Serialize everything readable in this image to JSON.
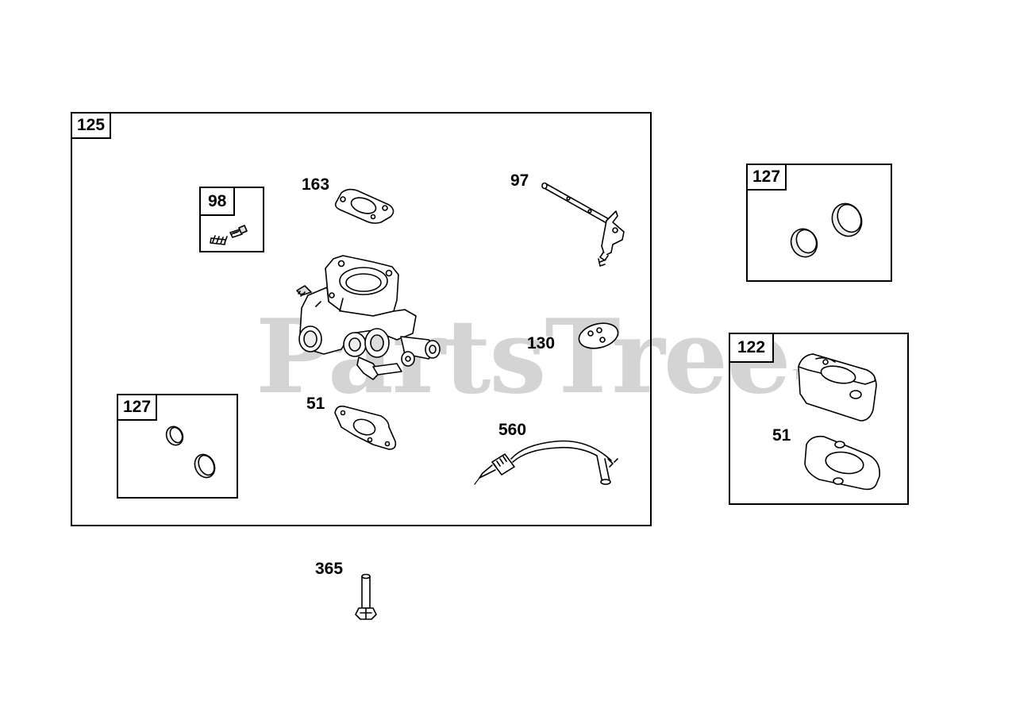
{
  "watermark": {
    "text": "PartsTree",
    "tm": "TM"
  },
  "boxes": {
    "carburetor_assembly": "125",
    "needle_kit": "98",
    "welch_plug_left": "127",
    "welch_plug_right": "127",
    "spacer_kit": "122"
  },
  "callouts": {
    "gasket_top": "163",
    "throttle_shaft": "97",
    "choke_plate": "130",
    "gasket_bottom": "51",
    "fuel_solenoid": "560",
    "spacer_gasket": "51",
    "screw": "365"
  }
}
